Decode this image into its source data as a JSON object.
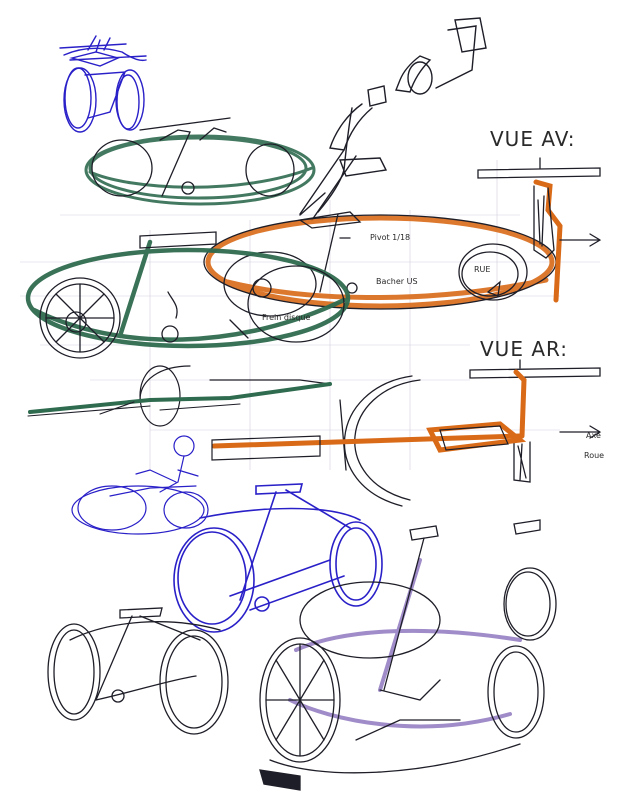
{
  "labels": {
    "vue_av": "VUE AV:",
    "vue_ar": "VUE AR:",
    "pivot": "Pivot 1/18",
    "bacher": "Bacher US",
    "rue": "RUE",
    "axe": "Axe",
    "roue": "Roue",
    "frein": "Frein disque"
  },
  "colors": {
    "ink": "#1e1e28",
    "blue": "#2a20c8",
    "green": "#2f6b4f",
    "orange": "#d96a17",
    "purple": "#9a86c6",
    "grid": "#c9c3d6"
  }
}
